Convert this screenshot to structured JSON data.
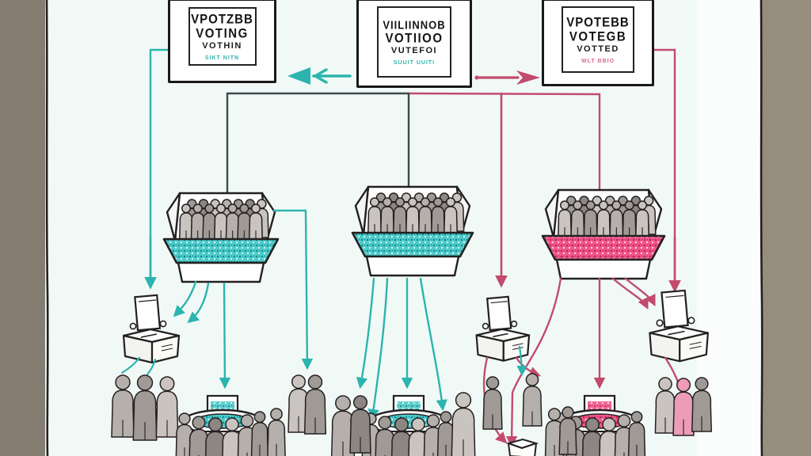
{
  "canvas": {
    "paper_color": "#f1f9f7",
    "margin_left_color": "#867d72",
    "margin_right_color": "#978d7f",
    "ink_color": "#242021"
  },
  "palette": {
    "teal": "#2cb4ae",
    "crimson": "#c34b6d",
    "bus_dark": "#3b4b4f",
    "bin_fill_teal": "#4ecaca",
    "bin_fill_crimson": "#f0558a",
    "figure_shades": [
      "#cac4c0",
      "#b6b0ac",
      "#a09a96",
      "#8d8783"
    ],
    "pink_figure": "#ec9cb8"
  },
  "posters": [
    {
      "name": "poster-left",
      "lines": [
        "VPOTZBB",
        "VOTING",
        "VOTHIN"
      ],
      "subline": "SIKT NITN",
      "subline_color": "#2cb4ae"
    },
    {
      "name": "poster-middle",
      "lines": [
        "VIILIINNOB",
        "VOTIIOO",
        "VUTEFOI"
      ],
      "subline": "SUUIT UUITI",
      "subline_color": "#2cb4ae"
    },
    {
      "name": "poster-right",
      "lines": [
        "VPOTEBB",
        "VOTEGB",
        "VOTTED"
      ],
      "subline": "WLT BBIO",
      "subline_color": "#d7698f"
    }
  ],
  "top_arrows": [
    {
      "name": "arrow-left-icon",
      "direction": "left",
      "color": "#2cb4ae"
    },
    {
      "name": "arrow-right-icon",
      "direction": "right",
      "color": "#c34b6d"
    }
  ],
  "bins": [
    {
      "name": "ballot-bin-left",
      "content_color": "#4ecaca"
    },
    {
      "name": "ballot-bin-middle",
      "content_color": "#4ecaca"
    },
    {
      "name": "ballot-bin-right",
      "content_color": "#f0558a"
    }
  ],
  "podiums": [
    {
      "name": "podium-left",
      "content_color": "#4ecaca"
    },
    {
      "name": "podium-middle",
      "content_color": "#4ecaca"
    },
    {
      "name": "podium-right",
      "content_color": "#f0558a"
    }
  ]
}
